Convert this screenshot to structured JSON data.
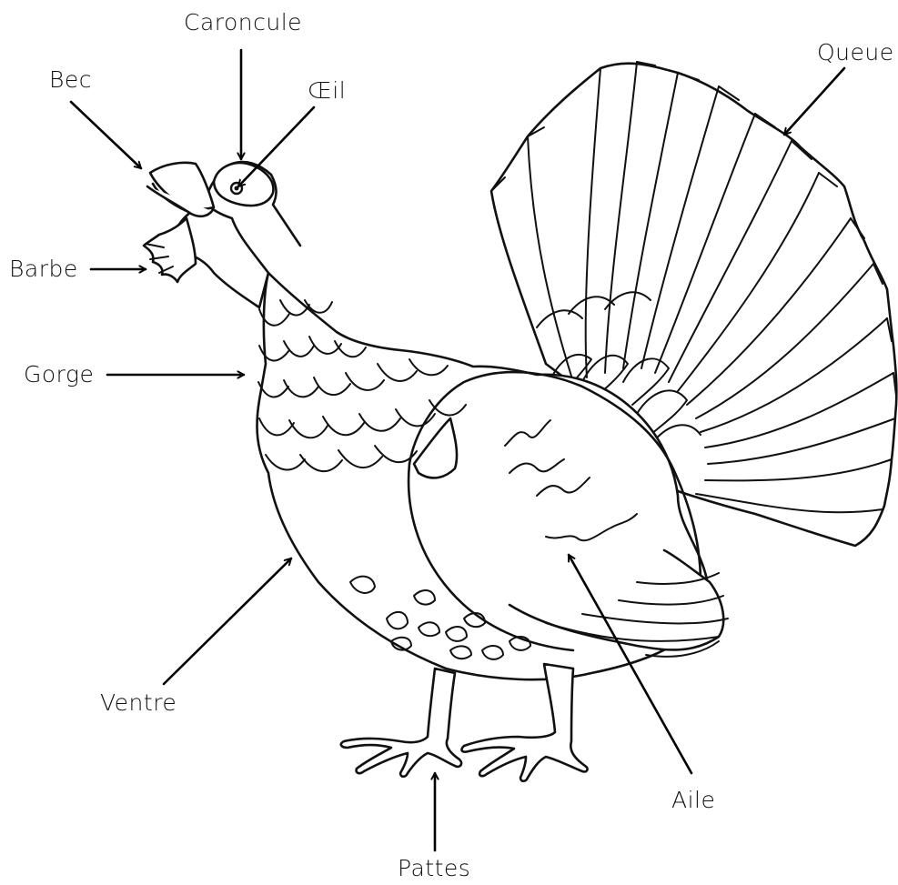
{
  "labels": {
    "caroncule": "Caroncule",
    "bec": "Bec",
    "oeil": "Œil",
    "queue": "Queue",
    "barbe": "Barbe",
    "gorge": "Gorge",
    "ventre": "Ventre",
    "aile": "Aile",
    "pattes": "Pattes"
  },
  "colors": {
    "ink": "#111111",
    "background": "#ffffff"
  }
}
